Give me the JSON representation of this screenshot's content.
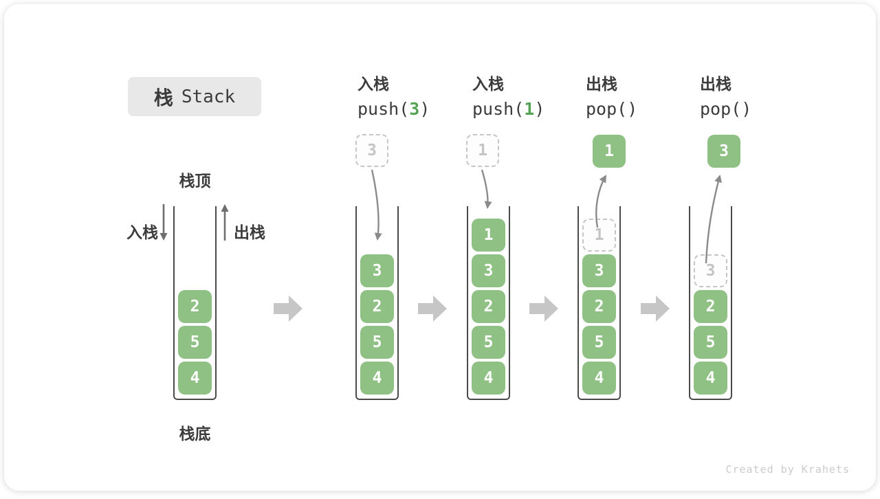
{
  "title": {
    "zh": "栈",
    "en": "Stack"
  },
  "side_labels": {
    "stack_top": "栈顶",
    "stack_bottom": "栈底",
    "push_arrow": "入栈",
    "pop_arrow": "出栈"
  },
  "operations": [
    {
      "name": "入栈",
      "code_pre": "push(",
      "code_arg": "3",
      "code_post": ")"
    },
    {
      "name": "入栈",
      "code_pre": "push(",
      "code_arg": "1",
      "code_post": ")"
    },
    {
      "name": "出栈",
      "code_pre": "pop(",
      "code_arg": "",
      "code_post": ")"
    },
    {
      "name": "出栈",
      "code_pre": "pop(",
      "code_arg": "",
      "code_post": ")"
    }
  ],
  "stacks": [
    {
      "cells": [
        {
          "v": "2"
        },
        {
          "v": "5"
        },
        {
          "v": "4"
        }
      ]
    },
    {
      "float": {
        "v": "3",
        "style": "ghost"
      },
      "cells": [
        {
          "v": "3"
        },
        {
          "v": "2"
        },
        {
          "v": "5"
        },
        {
          "v": "4"
        }
      ]
    },
    {
      "float": {
        "v": "1",
        "style": "ghost"
      },
      "cells": [
        {
          "v": "1"
        },
        {
          "v": "3"
        },
        {
          "v": "2"
        },
        {
          "v": "5"
        },
        {
          "v": "4"
        }
      ]
    },
    {
      "float": {
        "v": "1",
        "style": "solid"
      },
      "cells": [
        {
          "v": "1",
          "style": "ghost"
        },
        {
          "v": "3"
        },
        {
          "v": "2"
        },
        {
          "v": "5"
        },
        {
          "v": "4"
        }
      ]
    },
    {
      "float": {
        "v": "3",
        "style": "solid"
      },
      "cells": [
        {
          "v": "3",
          "style": "ghost"
        },
        {
          "v": "2"
        },
        {
          "v": "5"
        },
        {
          "v": "4"
        }
      ]
    }
  ],
  "watermark": "Created by Krahets",
  "colors": {
    "cell_green": "#8FC184",
    "code_arg_green": "#55A355",
    "flow_arrow_gray": "#C6C6C6",
    "curve_arrow_gray": "#8B8B8B",
    "ghost_border": "#C6C6C6",
    "stack_outline": "#4A4A4A",
    "text_dark": "#3C3C3C",
    "title_bg": "#E8E8E8",
    "watermark_gray": "#CBCBCB"
  }
}
